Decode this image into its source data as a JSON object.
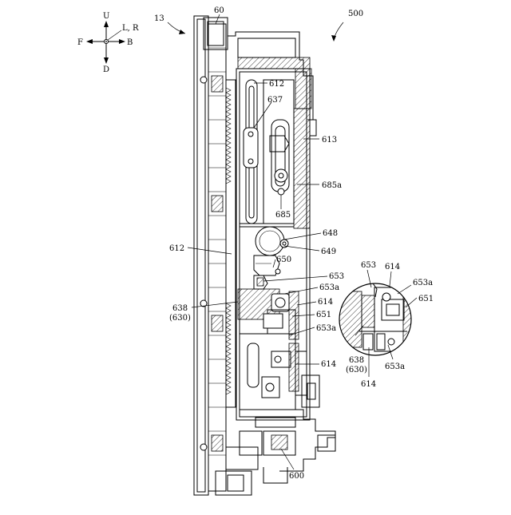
{
  "directions": {
    "up": "U",
    "down": "D",
    "front": "F",
    "back": "B",
    "lr": "L, R"
  },
  "refs": {
    "r13": "13",
    "r60": "60",
    "r500": "500",
    "r612_top": "612",
    "r637": "637",
    "r613": "613",
    "r685a": "685a",
    "r685": "685",
    "r648": "648",
    "r649": "649",
    "r612_mid": "612",
    "r650": "650",
    "r653": "653",
    "r653a_1": "653a",
    "r638": "638",
    "r630": "(630)",
    "r614_1": "614",
    "r651": "651",
    "r653a_2": "653a",
    "r614_2": "614",
    "r600": "600"
  },
  "detail": {
    "r653": "653",
    "r614_top": "614",
    "r653a_top": "653a",
    "r651": "651",
    "r638": "638",
    "r630": "(630)",
    "r614_bottom": "614",
    "r653a_bottom": "653a"
  }
}
